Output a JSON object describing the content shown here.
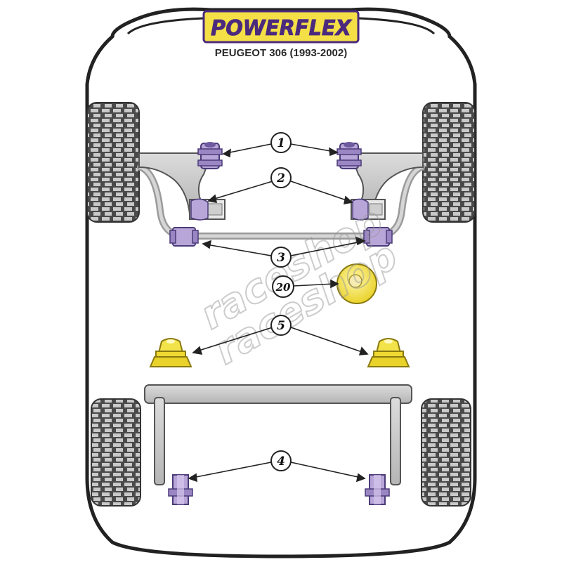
{
  "brand": {
    "logo": "POWERFLEX",
    "subtitle": "PEUGEOT 306 (1993-2002)"
  },
  "watermark": {
    "text_a": "raceshop",
    "text_b": "raceshop"
  },
  "callouts": [
    {
      "id": "1",
      "label": "1"
    },
    {
      "id": "2",
      "label": "2"
    },
    {
      "id": "3",
      "label": "3"
    },
    {
      "id": "20",
      "label": "20"
    },
    {
      "id": "5",
      "label": "5"
    },
    {
      "id": "4",
      "label": "4"
    }
  ],
  "colors": {
    "bush_purple": "#b9a6d9",
    "bush_yellow": "#f3e34a",
    "body_outline": "#222222",
    "arm_grey": "#c8c8c8",
    "logo_purple": "#4b2a7e",
    "logo_yellow": "#f4e046"
  }
}
